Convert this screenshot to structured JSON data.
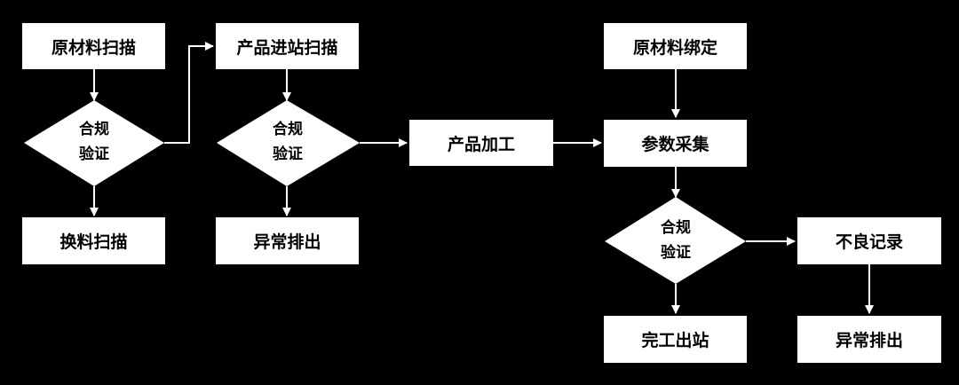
{
  "nodes": {
    "raw_scan": "原材料扫描",
    "check1_line1": "合规",
    "check1_line2": "验证",
    "swap_scan": "换料扫描",
    "in_scan": "产品进站扫描",
    "check2_line1": "合规",
    "check2_line2": "验证",
    "exception1": "异常排出",
    "process": "产品加工",
    "bind": "原材料绑定",
    "collect": "参数采集",
    "check3_line1": "合规",
    "check3_line2": "验证",
    "defect_record": "不良记录",
    "finish": "完工出站",
    "exception2": "异常排出"
  },
  "colors": {
    "background": "#000000",
    "node_fill": "#ffffff",
    "connector": "#ffffff"
  }
}
